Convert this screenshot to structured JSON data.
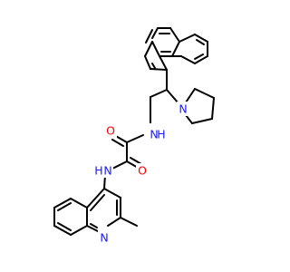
{
  "molecule": {
    "atom_labels": {
      "n_amide_upper": "N",
      "h_amide_upper": "H",
      "n_pyrrolidine": "N",
      "o_upper": "O",
      "o_lower": "O",
      "n_amide_lower": "N",
      "h_amide_lower": "H",
      "n_quinoline": "N"
    },
    "colors": {
      "bond": "#000000",
      "nitrogen": "#1a1aff",
      "oxygen": "#ff0000"
    }
  }
}
